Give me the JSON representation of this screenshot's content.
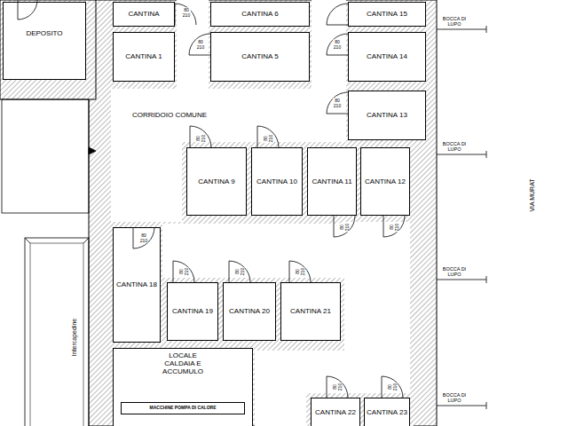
{
  "diagram": {
    "nodes": [
      {
        "text": [
          "DEPOSITO"
        ]
      },
      {
        "text": [
          "CANTINA"
        ]
      },
      {
        "text": [
          "CANTINA 6"
        ]
      },
      {
        "text": [
          "CANTINA 15"
        ]
      },
      {
        "text": [
          "CANTINA 1"
        ]
      },
      {
        "text": [
          "CANTINA 5"
        ]
      },
      {
        "text": [
          "CANTINA 14"
        ]
      },
      {
        "text": [
          "CORRIDOIO COMUNE"
        ]
      },
      {
        "text": [
          "CANTINA 13"
        ]
      },
      {
        "text": [
          "CANTINA 9"
        ]
      },
      {
        "text": [
          "CANTINA 10"
        ]
      },
      {
        "text": [
          "CANTINA 11"
        ]
      },
      {
        "text": [
          "CANTINA 12"
        ]
      },
      {
        "text": [
          "CANTINA 18"
        ]
      },
      {
        "text": [
          "CANTINA 19"
        ]
      },
      {
        "text": [
          "CANTINA 20"
        ]
      },
      {
        "text": [
          "CANTINA 21"
        ]
      },
      {
        "text": [
          "LOCALE CALDAIA E ACCUMULO"
        ]
      },
      {
        "text": [
          "MACCHINE POMPA DI CALORE"
        ],
        "in": 17
      },
      {
        "text": [
          "CANTINA 22"
        ]
      },
      {
        "text": [
          "CANTINA 23"
        ]
      }
    ],
    "labels": [
      "80 210",
      "BOCCA DI LUPO",
      "80 210",
      "80 210",
      "80 210",
      "BOCCA DI LUPO",
      "80 210",
      "80 210",
      "VIA MURAT",
      "80 210",
      "80 210",
      "BOCCA DI LUPO",
      "80 210",
      "80 210",
      "80 210",
      "80 210",
      "Intercapedine",
      "80 210",
      "80 210",
      "BOCCA DI LUPO"
    ]
  }
}
